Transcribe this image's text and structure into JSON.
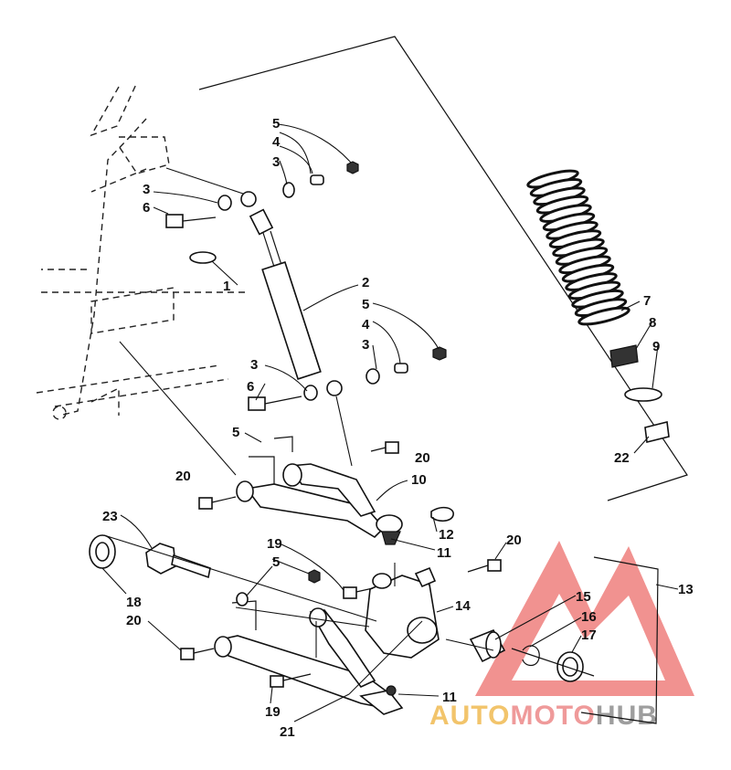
{
  "callouts": {
    "c1": "1",
    "c2": "2",
    "c3a": "3",
    "c3b": "3",
    "c3c": "3",
    "c3d": "3",
    "c4a": "4",
    "c4b": "4",
    "c5a": "5",
    "c5b": "5",
    "c5c": "5",
    "c5d": "5",
    "c6a": "6",
    "c6b": "6",
    "c7": "7",
    "c8": "8",
    "c9": "9",
    "c10": "10",
    "c11a": "11",
    "c11b": "11",
    "c12": "12",
    "c13": "13",
    "c14": "14",
    "c15": "15",
    "c16": "16",
    "c17": "17",
    "c18": "18",
    "c19a": "19",
    "c19b": "19",
    "c20a": "20",
    "c20b": "20",
    "c20c": "20",
    "c20d": "20",
    "c21": "21",
    "c22": "22",
    "c23": "23"
  },
  "watermark": {
    "part1": "AUTO",
    "part2": "MOTO",
    "part3": "HUB",
    "colors": {
      "part1": "#f2c46b",
      "part2": "#ef9a9a",
      "part3": "#9e9e9e",
      "triangle": "#e53935"
    }
  },
  "icons": {
    "frame": "chassis-frame-dashed",
    "shock": "shock-absorber",
    "spring": "coil-spring",
    "upper_arm": "upper-a-arm",
    "lower_arm": "lower-a-arm",
    "spindle": "steering-spindle",
    "logo": "triangle-logo"
  }
}
